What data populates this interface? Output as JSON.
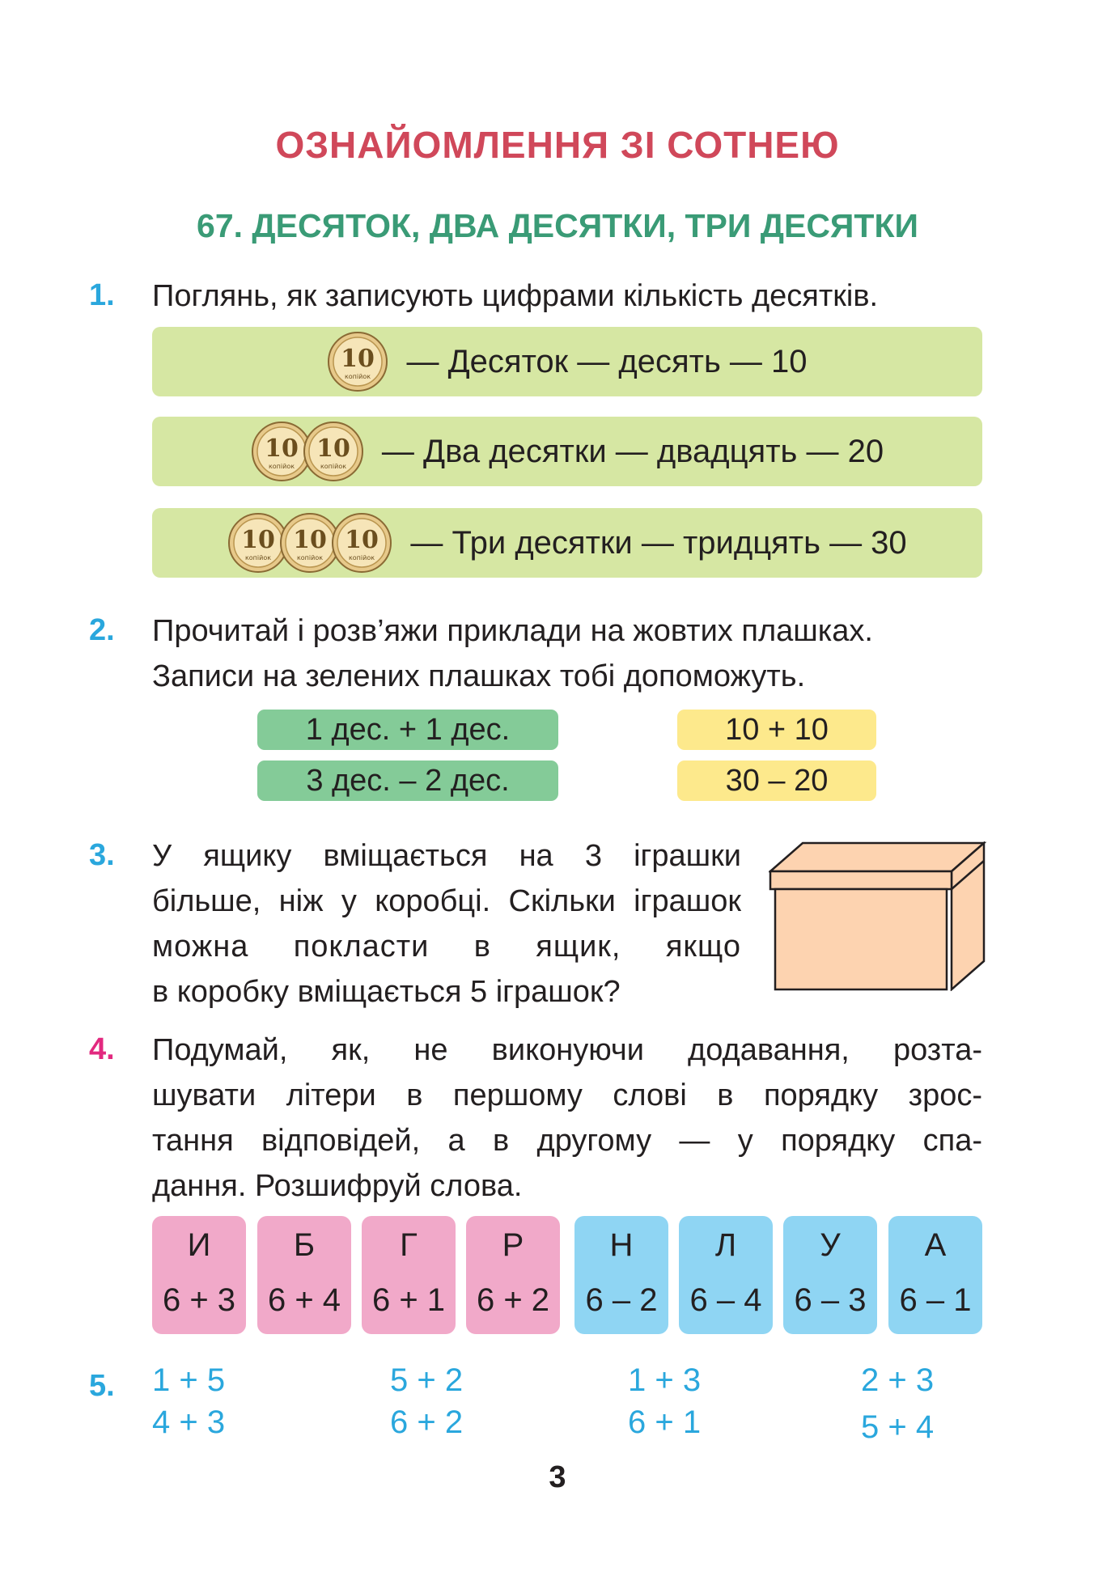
{
  "heading": {
    "main": "ОЗНАЙОМЛЕННЯ ЗІ СОТНЕЮ",
    "lesson": "67. ДЕСЯТОК, ДВА ДЕСЯТКИ, ТРИ ДЕСЯТКИ"
  },
  "coin": {
    "value": "10",
    "caption": "копійок"
  },
  "task1": {
    "number": "1.",
    "text": "Поглянь, як записують цифрами кількість десятків.",
    "rows": [
      {
        "coins": 1,
        "text": "— Десяток — десять — 10"
      },
      {
        "coins": 2,
        "text": "— Два десятки — двадцять — 20"
      },
      {
        "coins": 3,
        "text": "— Три десятки — тридцять — 30"
      }
    ]
  },
  "task2": {
    "number": "2.",
    "line1": "Прочитай і розв’яжи приклади на жовтих плашках.",
    "line2": "Записи на зелених плашках тобі допоможуть.",
    "green": [
      "1 дес. + 1 дес.",
      "3 дес. – 2 дес."
    ],
    "yellow": [
      "10 + 10",
      "30 – 20"
    ]
  },
  "task3": {
    "number": "3.",
    "lines": [
      "У ящику вміщається на 3 іграшки",
      "більше, ніж у коробці. Скільки іграшок",
      "можна покласти в ящик, якщо",
      "в коробку вміщається 5 іграшок?"
    ]
  },
  "task4": {
    "number": "4.",
    "lines": [
      "Подумай, як, не виконуючи додавання, розта-",
      "шувати літери в першому слові в порядку зрос-",
      "тання відповідей, а в другому — у порядку спа-",
      "дання. Розшифруй слова."
    ],
    "cards": [
      {
        "letter": "И",
        "expr": "6 + 3",
        "color": "pink"
      },
      {
        "letter": "Б",
        "expr": "6 + 4",
        "color": "pink"
      },
      {
        "letter": "Г",
        "expr": "6 + 1",
        "color": "pink"
      },
      {
        "letter": "Р",
        "expr": "6 + 2",
        "color": "pink"
      },
      {
        "letter": "Н",
        "expr": "6 – 2",
        "color": "blue"
      },
      {
        "letter": "Л",
        "expr": "6 – 4",
        "color": "blue"
      },
      {
        "letter": "У",
        "expr": "6 – 3",
        "color": "blue"
      },
      {
        "letter": "А",
        "expr": "6 – 1",
        "color": "blue"
      }
    ]
  },
  "task5": {
    "number": "5.",
    "columns": [
      [
        "1 + 5",
        "4 + 3"
      ],
      [
        "5 + 2",
        "6 + 2"
      ],
      [
        "1 + 3",
        "6 + 1"
      ],
      [
        "2 + 3",
        "5 + 4"
      ]
    ]
  },
  "page_number": "3",
  "colors": {
    "title_red": "#d0485a",
    "lesson_green": "#3a9b76",
    "number_blue": "#2aa7dd",
    "number_pink": "#e2297f",
    "bar_green": "#d6e7a3",
    "tile_green": "#84cb98",
    "tile_yellow": "#fde98c",
    "card_pink": "#f1a9c9",
    "card_blue": "#8fd5f3",
    "box_fill": "#fdd3b0"
  }
}
